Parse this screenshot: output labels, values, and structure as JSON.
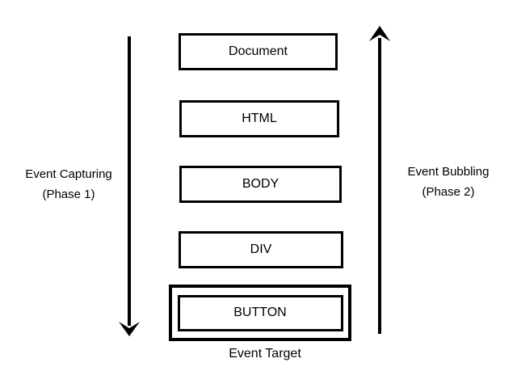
{
  "diagram": {
    "title_none": "",
    "nodes": [
      {
        "id": "document",
        "label": "Document"
      },
      {
        "id": "html",
        "label": "HTML"
      },
      {
        "id": "body",
        "label": "BODY"
      },
      {
        "id": "div",
        "label": "DIV"
      },
      {
        "id": "button",
        "label": "BUTTON",
        "is_event_target": true
      }
    ],
    "capturing": {
      "line1": "Event Capturing",
      "line2": "(Phase 1)",
      "direction": "down"
    },
    "bubbling": {
      "line1": "Event Bubbling",
      "line2": "(Phase 2)",
      "direction": "up"
    },
    "target_caption": "Event Target",
    "colors": {
      "stroke": "#000000",
      "background": "#ffffff"
    }
  }
}
